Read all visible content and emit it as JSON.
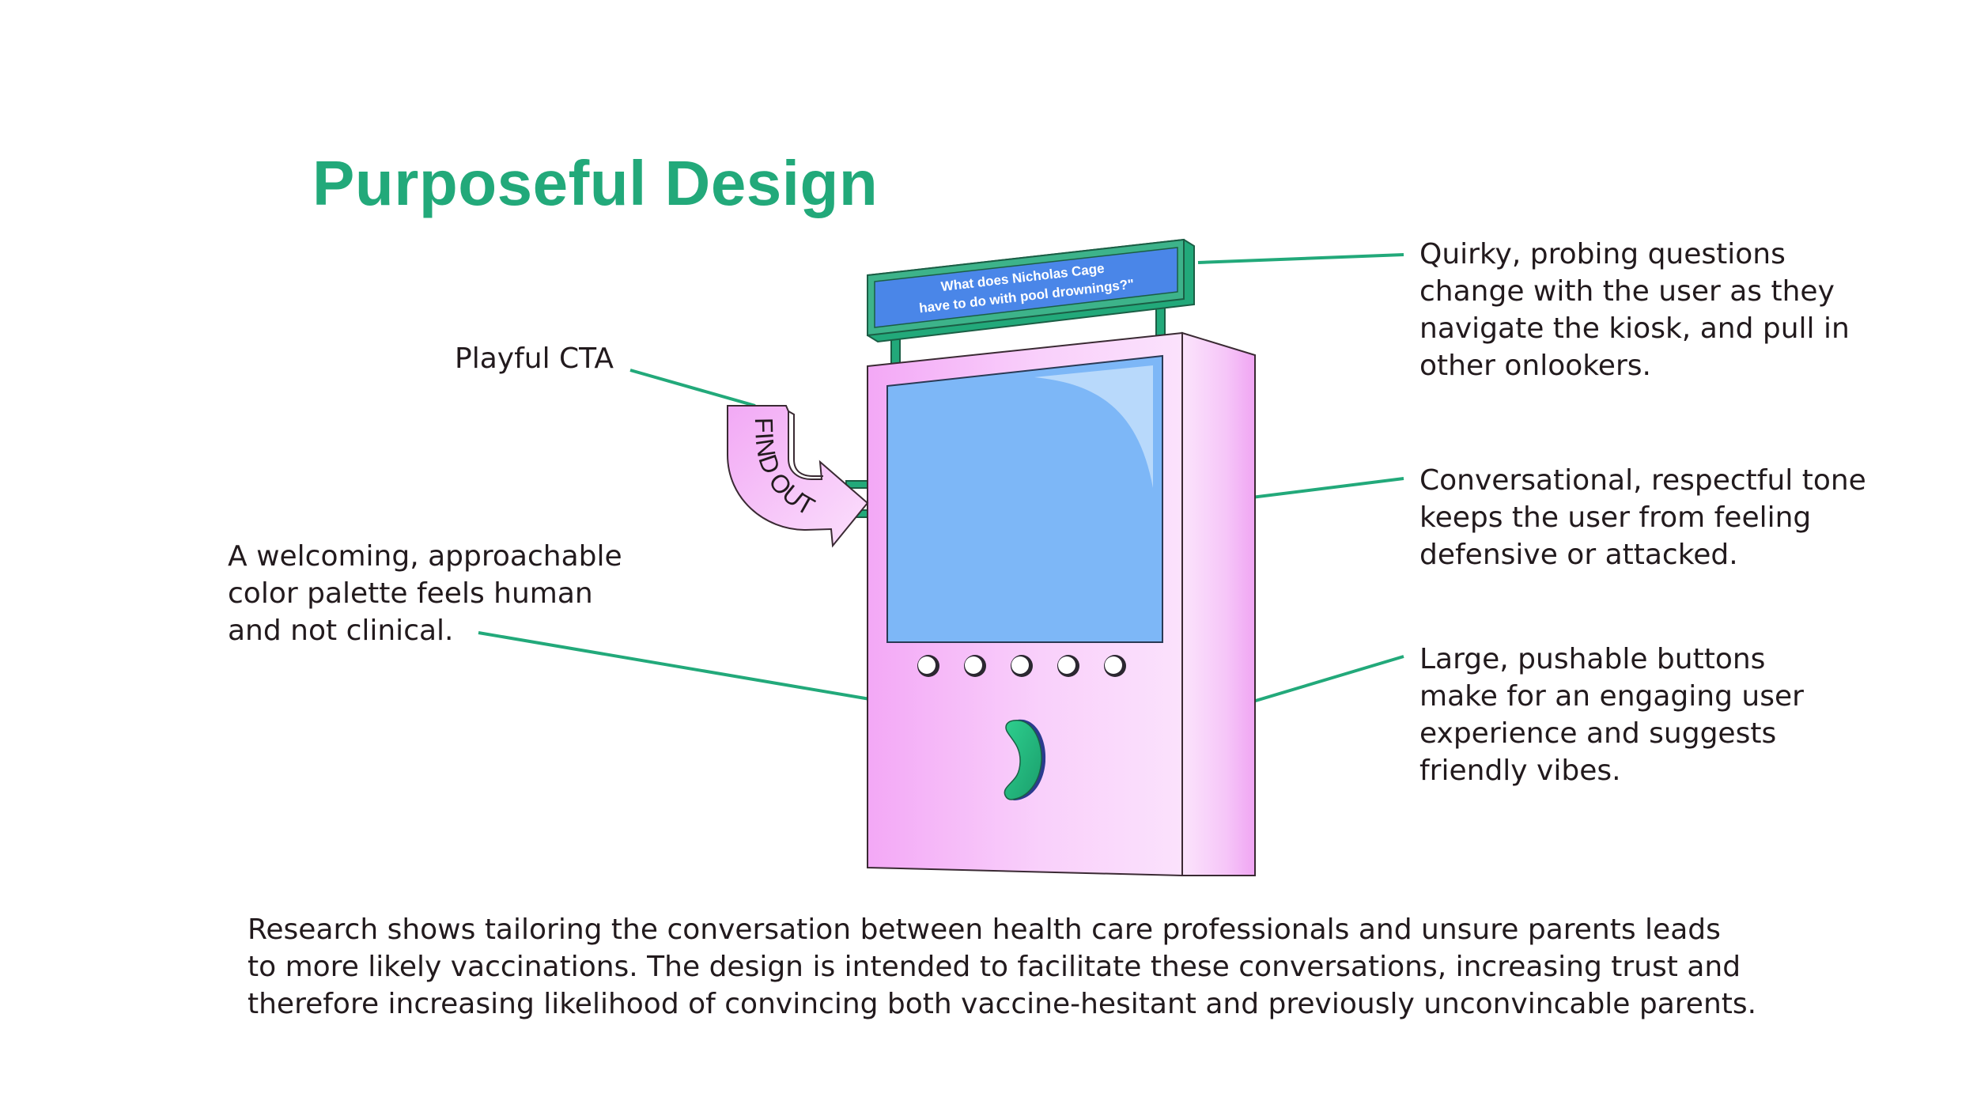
{
  "title": "Purposeful Design",
  "kiosk": {
    "sign_line_1": "What does Nicholas Cage",
    "sign_line_2": "have to do with pool drownings?\"",
    "cta_text": "FIND OUT",
    "button_count": 5
  },
  "callouts": {
    "cta": "Playful CTA",
    "palette": "A welcoming, approachable\ncolor palette feels human\nand not clinical.",
    "questions": "Quirky, probing questions\nchange with the user as they\nnavigate the kiosk, and pull in\nother onlookers.",
    "tone": "Conversational, respectful tone\nkeeps the user from feeling\ndefensive or attacked.",
    "buttons": "Large, pushable buttons\nmake for an engaging user\nexperience and suggests\nfriendly vibes."
  },
  "footer": "Research shows tailoring the conversation between health care professionals and unsure parents leads\nto more likely vaccinations. The design is intended to facilitate these conversations, increasing trust and\ntherefore increasing likelihood of convincing both vaccine-hesitant and previously unconvincable parents.",
  "colors": {
    "accent_green": "#22a97a",
    "kiosk_pink": "#f5b8f7",
    "screen_blue": "#7db7f7",
    "sign_blue": "#4a86e8",
    "text": "#221a1d"
  }
}
